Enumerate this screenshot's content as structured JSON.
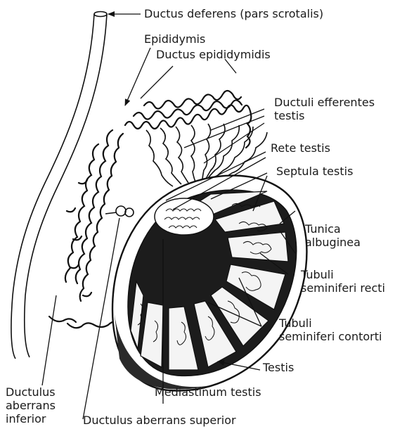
{
  "labels": {
    "ductus_deferens": "Ductus deferens (pars scrotalis)",
    "epididymis": "Epididymis",
    "ductus_epididymidis": "Ductus epididymidis",
    "ductuli_efferentes": [
      "Ductuli efferentes",
      "testis"
    ],
    "rete_testis": "Rete testis",
    "septula_testis": "Septula testis",
    "tunica_albuginea": [
      "Tunica",
      "albuginea"
    ],
    "tubuli_recti": [
      "Tubuli",
      "seminiferi recti"
    ],
    "tubuli_contorti": [
      "Tubuli",
      "seminiferi contorti"
    ],
    "testis": "Testis",
    "mediastinum_testis": "Mediastinum testis",
    "ductulus_aberrans_inferior": [
      "Ductulus",
      "aberrans",
      "inferior"
    ],
    "ductulus_aberrans_superior": "Ductulus aberrans superior"
  }
}
